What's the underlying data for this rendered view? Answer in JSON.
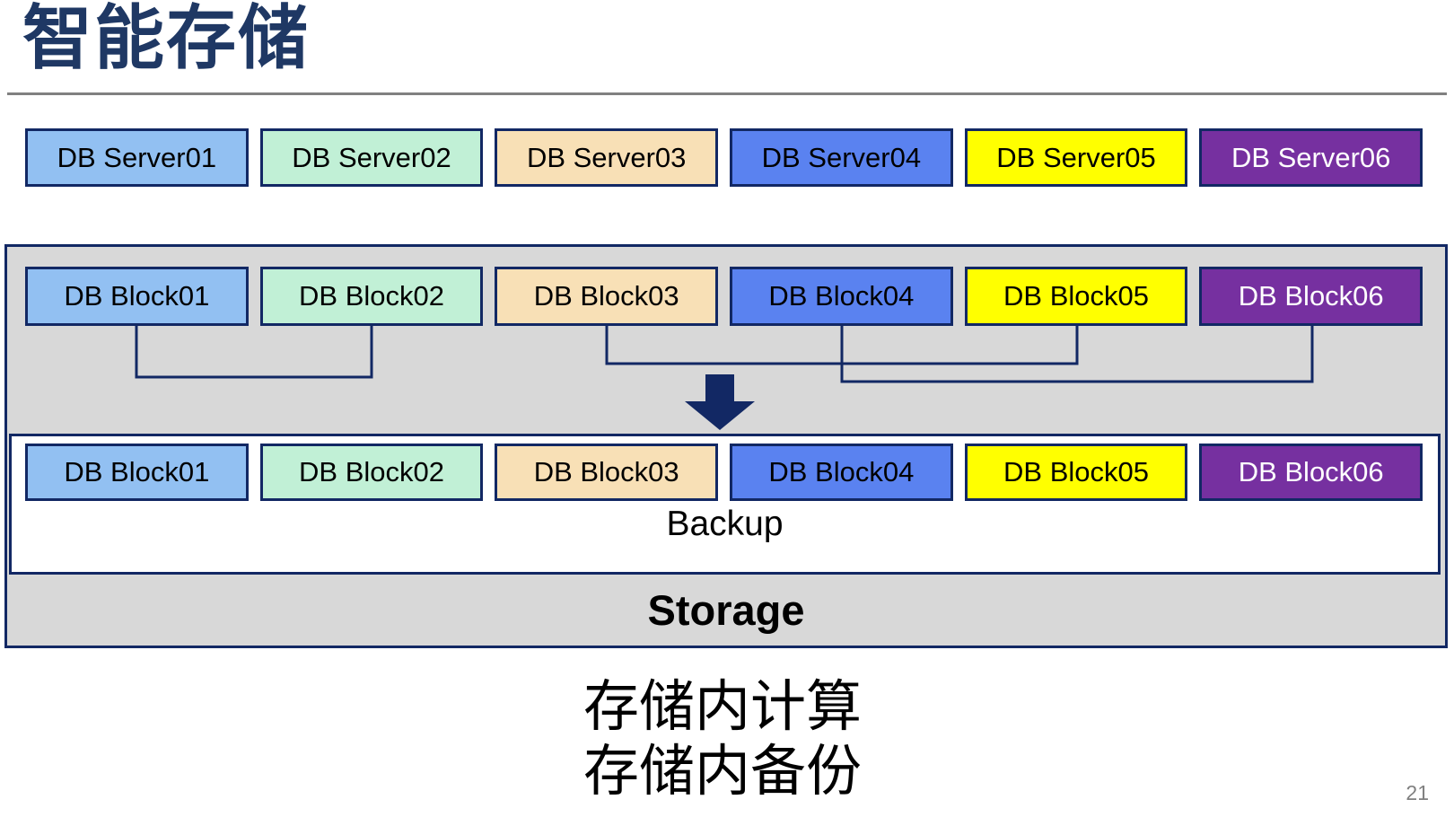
{
  "title": "智能存储",
  "page_number": "21",
  "caption": {
    "line1": "存储内计算",
    "line2": "存储内备份"
  },
  "palette": {
    "title_navy": "#1F3864",
    "line_navy": "#122864",
    "panel_gray": "#D8D8D8",
    "divider_gray": "#808080",
    "light_blue": "#92C0F2",
    "mint_green": "#C1F0D6",
    "wheat": "#F8E0B6",
    "blue": "#5A82F0",
    "yellow": "#FFFF00",
    "purple": "#7630A0"
  },
  "servers": {
    "items": [
      {
        "label": "DB Server01",
        "fill": "#92C0F2",
        "text_color": "#000000"
      },
      {
        "label": "DB Server02",
        "fill": "#C1F0D6",
        "text_color": "#000000"
      },
      {
        "label": "DB Server03",
        "fill": "#F8E0B6",
        "text_color": "#000000"
      },
      {
        "label": "DB Server04",
        "fill": "#5A82F0",
        "text_color": "#000000"
      },
      {
        "label": "DB Server05",
        "fill": "#FFFF00",
        "text_color": "#000000"
      },
      {
        "label": "DB Server06",
        "fill": "#7630A0",
        "text_color": "#FFFFFF"
      }
    ]
  },
  "storage_panel": {
    "backup_label": "Backup",
    "storage_label": "Storage",
    "top_blocks": {
      "items": [
        {
          "label": "DB Block01",
          "fill": "#92C0F2",
          "text_color": "#000000"
        },
        {
          "label": "DB Block02",
          "fill": "#C1F0D6",
          "text_color": "#000000"
        },
        {
          "label": "DB Block03",
          "fill": "#F8E0B6",
          "text_color": "#000000"
        },
        {
          "label": "DB Block04",
          "fill": "#5A82F0",
          "text_color": "#000000"
        },
        {
          "label": "DB Block05",
          "fill": "#FFFF00",
          "text_color": "#000000"
        },
        {
          "label": "DB Block06",
          "fill": "#7630A0",
          "text_color": "#FFFFFF"
        }
      ]
    },
    "bottom_blocks": {
      "items": [
        {
          "label": "DB Block01",
          "fill": "#92C0F2",
          "text_color": "#000000"
        },
        {
          "label": "DB Block02",
          "fill": "#C1F0D6",
          "text_color": "#000000"
        },
        {
          "label": "DB Block03",
          "fill": "#F8E0B6",
          "text_color": "#000000"
        },
        {
          "label": "DB Block04",
          "fill": "#5A82F0",
          "text_color": "#000000"
        },
        {
          "label": "DB Block05",
          "fill": "#FFFF00",
          "text_color": "#000000"
        },
        {
          "label": "DB Block06",
          "fill": "#7630A0",
          "text_color": "#FFFFFF"
        }
      ]
    }
  }
}
